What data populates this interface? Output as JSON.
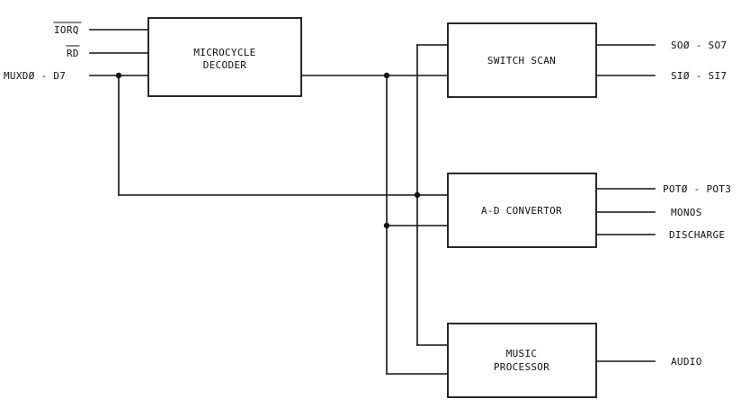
{
  "diagram": {
    "inputs": {
      "iorq": "IORQ",
      "rd": "RD",
      "muxd": "MUXDØ - D7"
    },
    "blocks": {
      "microcycle_decoder": [
        "MICROCYCLE",
        "DECODER"
      ],
      "switch_scan": [
        "SWITCH SCAN"
      ],
      "ad_convertor": [
        "A-D CONVERTOR"
      ],
      "music_processor": [
        "MUSIC",
        "PROCESSOR"
      ]
    },
    "outputs": {
      "so": "SOØ - SO7",
      "si": "SIØ - SI7",
      "pot": "POTØ - POT3",
      "monos": "MONOS",
      "discharge": "DISCHARGE",
      "audio": "AUDIO"
    }
  }
}
